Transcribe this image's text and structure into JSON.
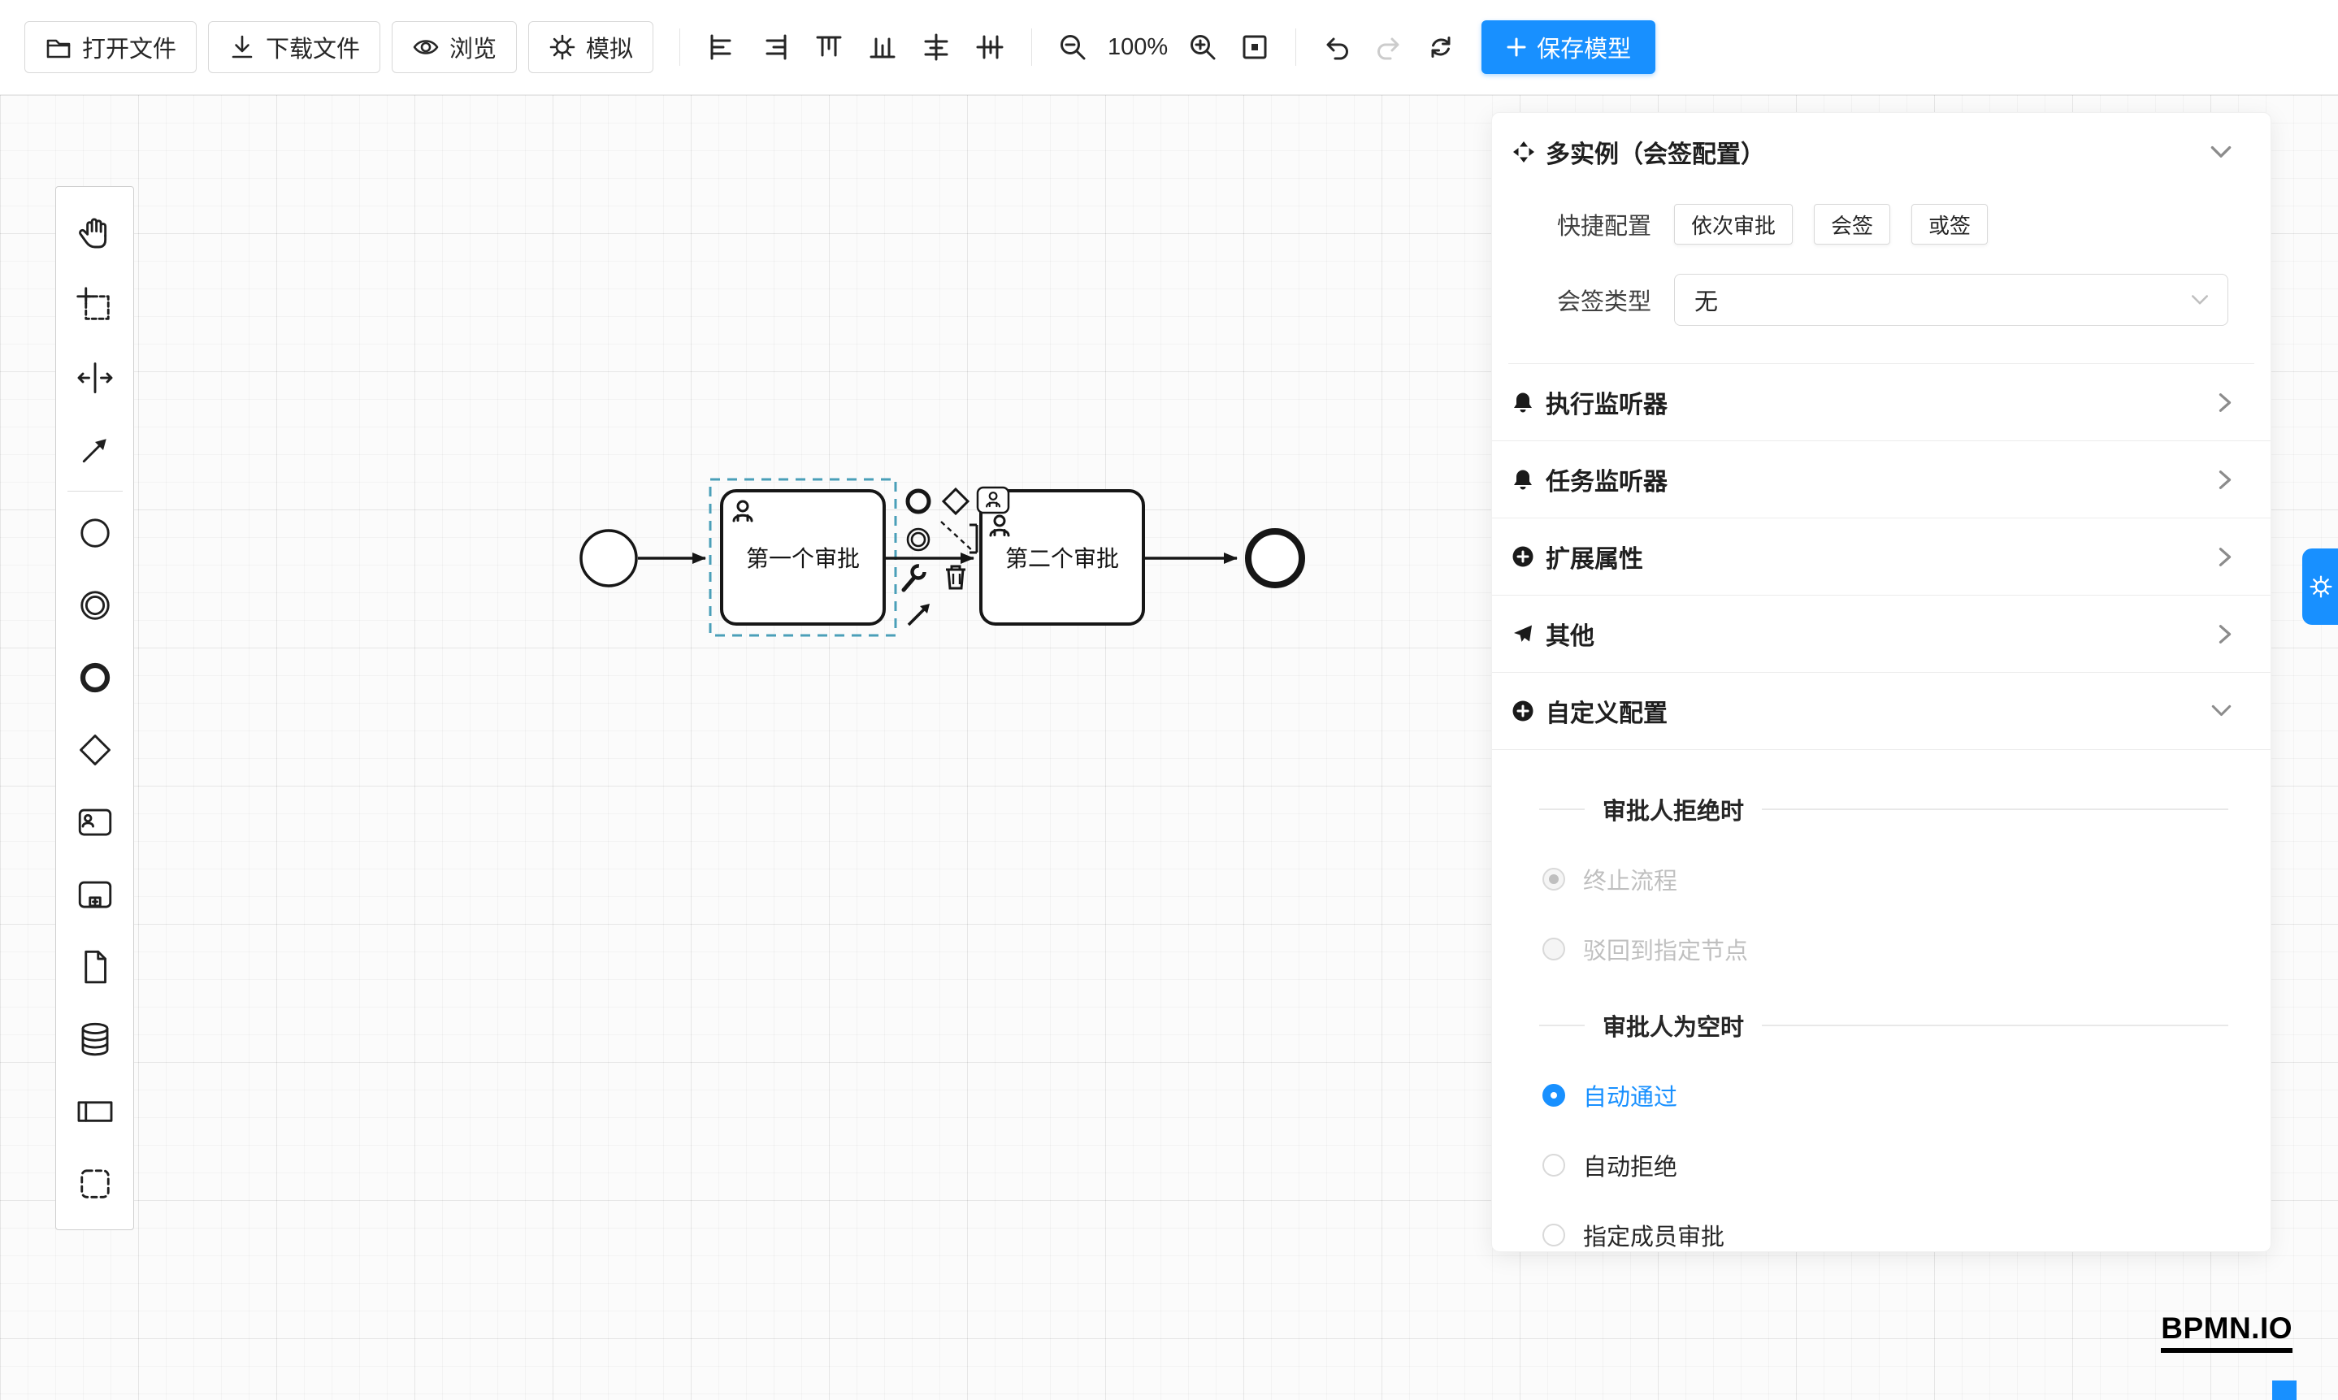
{
  "colors": {
    "accent": "#1890ff",
    "selection_stroke": "#4a9fb8",
    "shape_stroke": "#161616"
  },
  "toolbar": {
    "open_file": "打开文件",
    "download_file": "下载文件",
    "preview": "浏览",
    "simulate": "模拟",
    "zoom_value": "100%",
    "save_model": "保存模型"
  },
  "canvas": {
    "task1": "第一个审批",
    "task2": "第二个审批"
  },
  "panel": {
    "title": "多实例（会签配置）",
    "quick_config": {
      "label": "快捷配置",
      "options": [
        "依次审批",
        "会签",
        "或签"
      ]
    },
    "sign_type": {
      "label": "会签类型",
      "value": "无"
    },
    "sections": {
      "execution_listener": "执行监听器",
      "task_listener": "任务监听器",
      "extended_props": "扩展属性",
      "other": "其他",
      "custom_config": "自定义配置"
    },
    "reject_group": {
      "title": "审批人拒绝时",
      "options": [
        "终止流程",
        "驳回到指定节点"
      ]
    },
    "empty_group": {
      "title": "审批人为空时",
      "options": [
        "自动通过",
        "自动拒绝",
        "指定成员审批"
      ]
    }
  },
  "watermark": "BPMN.IO",
  "icons": {
    "toolbar": [
      "folder-icon",
      "download-icon",
      "eye-icon",
      "gear-icon",
      "align-left-icon",
      "align-right-icon",
      "align-top-icon",
      "align-bottom-icon",
      "align-center-horizontal-icon",
      "align-center-vertical-icon",
      "zoom-out-icon",
      "zoom-in-icon",
      "fit-viewport-icon",
      "undo-icon",
      "redo-icon",
      "refresh-icon",
      "plus-icon"
    ],
    "palette": [
      "hand-icon",
      "lasso-icon",
      "space-tool-icon",
      "connect-arrow-icon",
      "start-event-icon",
      "intermediate-event-icon",
      "end-event-icon",
      "gateway-icon",
      "user-task-icon",
      "subprocess-icon",
      "document-icon",
      "database-icon",
      "pool-icon",
      "group-icon"
    ],
    "panel": [
      "multi-instance-icon",
      "bell-icon",
      "plus-circle-icon",
      "send-icon",
      "chevron-down-icon",
      "chevron-right-icon"
    ]
  }
}
